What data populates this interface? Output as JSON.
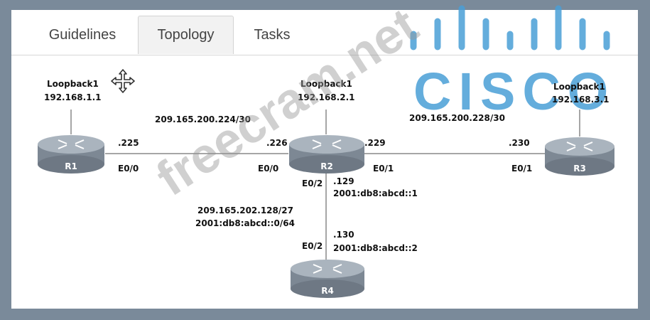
{
  "tabs": [
    {
      "label": "Guidelines"
    },
    {
      "label": "Topology",
      "active": true
    },
    {
      "label": "Tasks"
    }
  ],
  "brand": {
    "logo_text": "CISCO",
    "color": "#4a9fd6"
  },
  "watermark": "freecram.net",
  "routers": [
    {
      "name": "R1",
      "loopback_label": "Loopback1",
      "loopback_ip": "192.168.1.1"
    },
    {
      "name": "R2",
      "loopback_label": "Loopback1",
      "loopback_ip": "192.168.2.1"
    },
    {
      "name": "R3",
      "loopback_label": "Loopback1",
      "loopback_ip": "192.168.3.1"
    },
    {
      "name": "R4"
    }
  ],
  "links": {
    "r1_r2": {
      "subnet": "209.165.200.224/30",
      "r1_host": ".225",
      "r1_if": "E0/0",
      "r2_host": ".226",
      "r2_if": "E0/0"
    },
    "r2_r3": {
      "subnet": "209.165.200.228/30",
      "r2_host": ".229",
      "r2_if": "E0/1",
      "r3_host": ".230",
      "r3_if": "E0/1"
    },
    "r2_r4": {
      "subnet_v4": "209.165.202.128/27",
      "subnet_v6": "2001:db8:abcd::0/64",
      "r2_if": "E0/2",
      "r2_host": ".129",
      "r2_v6": "2001:db8:abcd::1",
      "r4_if": "E0/2",
      "r4_host": ".130",
      "r4_v6": "2001:db8:abcd::2"
    }
  },
  "colors": {
    "router_body": "#8e9aa6",
    "link": "#888888"
  }
}
